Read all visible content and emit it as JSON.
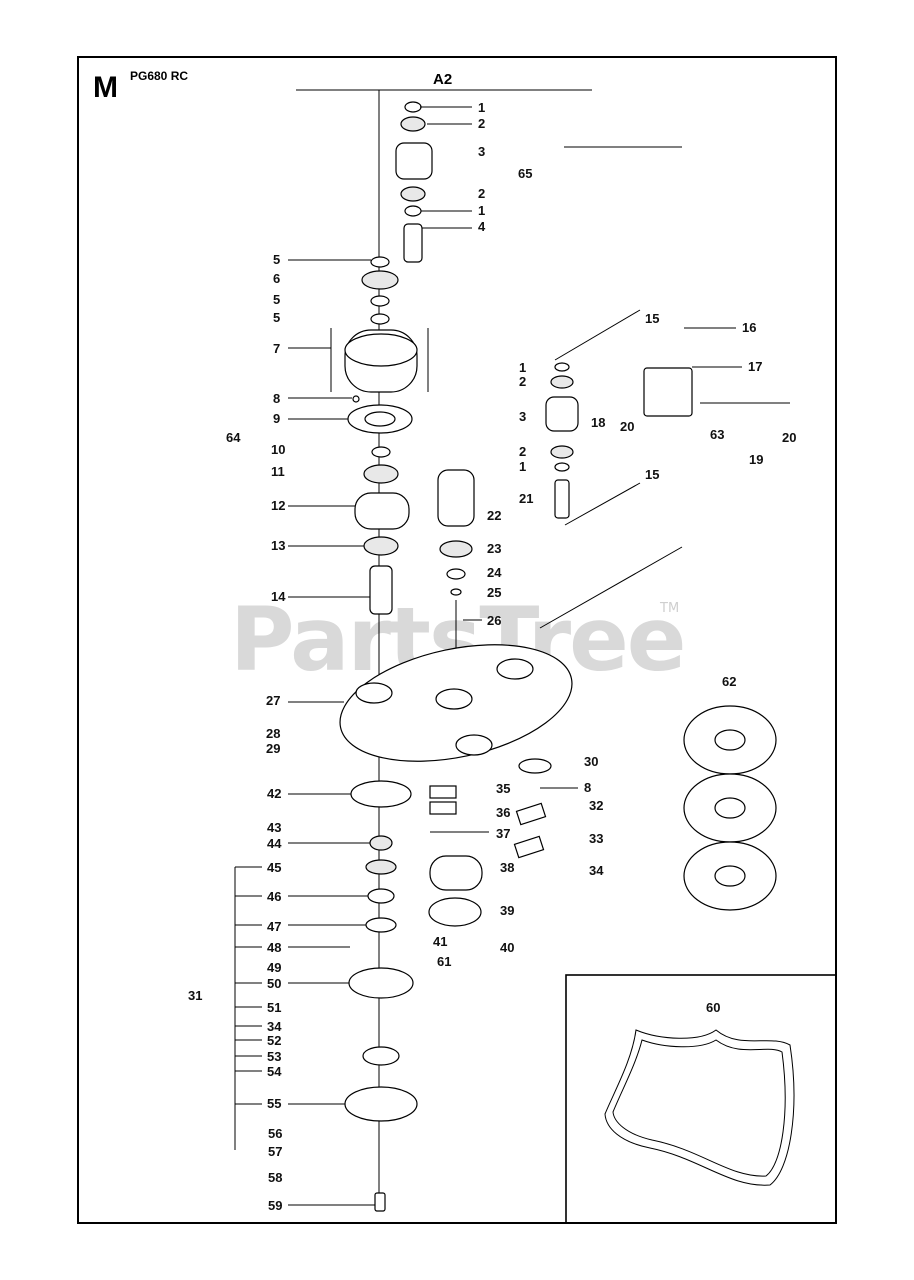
{
  "header": {
    "section_letter": "M",
    "model": "PG680 RC",
    "assembly_ref": "A2"
  },
  "watermark": {
    "text": "PartsTree",
    "trademark": "TM"
  },
  "callouts": [
    "1",
    "2",
    "3",
    "65",
    "2",
    "1",
    "4",
    "5",
    "6",
    "5",
    "5",
    "7",
    "8",
    "9",
    "64",
    "10",
    "11",
    "12",
    "13",
    "14",
    "15",
    "16",
    "1",
    "2",
    "18",
    "17",
    "3",
    "20",
    "63",
    "20",
    "2",
    "1",
    "19",
    "15",
    "21",
    "22",
    "23",
    "24",
    "25",
    "26",
    "27",
    "62",
    "28",
    "29",
    "30",
    "35",
    "8",
    "36",
    "32",
    "42",
    "33",
    "43",
    "37",
    "44",
    "38",
    "34",
    "45",
    "46",
    "39",
    "47",
    "41",
    "40",
    "48",
    "49",
    "61",
    "50",
    "31",
    "60",
    "51",
    "34",
    "52",
    "53",
    "54",
    "55",
    "56",
    "57",
    "58",
    "59"
  ]
}
